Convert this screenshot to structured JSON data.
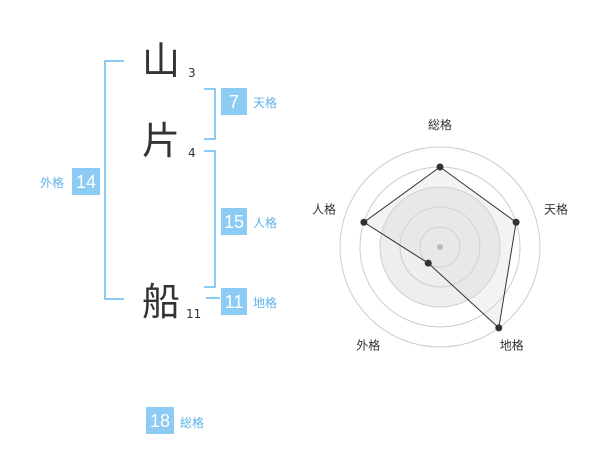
{
  "name_chars": [
    {
      "char": "山",
      "strokes": "3"
    },
    {
      "char": "片",
      "strokes": "4"
    },
    {
      "char": "船",
      "strokes": "11"
    }
  ],
  "kakusu": {
    "tenkaku": {
      "label": "天格",
      "value": "7"
    },
    "jinkaku": {
      "label": "人格",
      "value": "15"
    },
    "chikaku": {
      "label": "地格",
      "value": "11"
    },
    "gaikaku": {
      "label": "外格",
      "value": "14"
    },
    "soukaku": {
      "label": "総格",
      "value": "18"
    }
  },
  "chart_data": {
    "type": "radar",
    "axes": [
      "総格",
      "天格",
      "地格",
      "外格",
      "人格"
    ],
    "levels": 5,
    "range": [
      0,
      5
    ],
    "values": [
      4,
      4,
      5,
      1,
      4
    ],
    "colors": {
      "fill": "#eeeeee",
      "line": "#333333",
      "grid": "#cccccc",
      "center": "#bbbbbb"
    }
  },
  "colors": {
    "accent": "#8ccbf3",
    "accent_text": "#5eb3ea"
  }
}
